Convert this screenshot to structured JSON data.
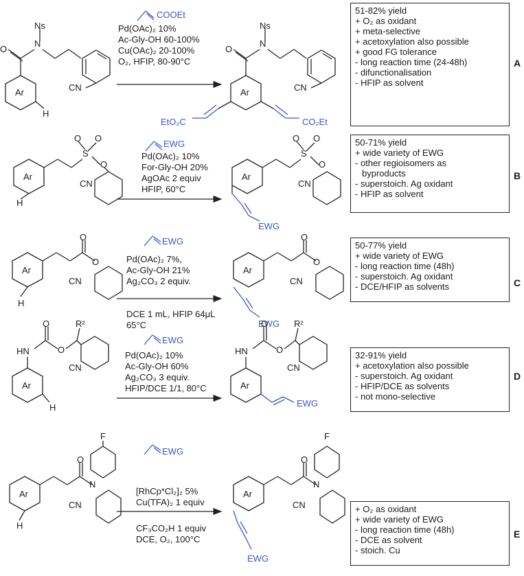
{
  "schemes": [
    {
      "letter": "A",
      "reagent_top": "COOEt",
      "conditions": [
        "Pd(OAc)₂ 10%",
        "Ac-Gly-OH 60-100%",
        "Cu(OAc)₂ 20-100%",
        "O₂, HFIP, 80-90°C"
      ],
      "notes": [
        "51-82% yield",
        "+ O₂ as oxidant",
        "+ meta-selective",
        "+ acetoxylation also possible",
        "+ good FG tolerance",
        "- long reaction time (24-48h)",
        "- difunctionalisation",
        "- HFIP as solvent"
      ],
      "sm_labels": [
        "Ns",
        "Ar",
        "H",
        "CN"
      ],
      "prod_labels": [
        "Ns",
        "Ar",
        "CN",
        "EtO₂C",
        "CO₂Et"
      ]
    },
    {
      "letter": "B",
      "reagent_top": "EWG",
      "conditions": [
        "Pd(OAc)₂ 10%",
        "For-Gly-OH 20%",
        "AgOAc 2 equiv",
        "HFIP, 60°C"
      ],
      "notes": [
        "50-71% yield",
        "+ wide variety of EWG",
        "- other regioisomers as",
        "  byproducts",
        "- superstoich. Ag oxidant",
        "- HFIP as solvent"
      ],
      "sm_labels": [
        "Ar",
        "H",
        "S",
        "O",
        "O",
        "O",
        "CN"
      ],
      "prod_labels": [
        "Ar",
        "S",
        "O",
        "O",
        "O",
        "CN",
        "EWG"
      ]
    },
    {
      "letter": "C",
      "reagent_top": "EWG",
      "conditions": [
        "Pd(OAc)₂ 7%,",
        "Ac-Gly-OH 21%",
        "Ag₂CO₃ 2 equiv."
      ],
      "conditions_below": [
        "DCE 1 mL, HFIP 64μL",
        "65°C"
      ],
      "notes": [
        "50-77% yield",
        "+ wide variety of EWG",
        "- long reaction time (48h)",
        "- superstoich. Ag oxidant",
        "- DCE/HFIP as solvents"
      ],
      "sm_labels": [
        "Ar",
        "H",
        "O",
        "O",
        "CN"
      ],
      "prod_labels": [
        "Ar",
        "O",
        "O",
        "CN",
        "EWG"
      ]
    },
    {
      "letter": "D",
      "reagent_top": "EWG",
      "conditions": [
        "Pd(OAc)₂ 10%",
        "Ac-Gly-OH 60%",
        "Ag₂CO₃ 3 equiv.",
        "HFIP/DCE 1/1, 80°C"
      ],
      "notes": [
        "32-91% yield",
        "+ acetoxylation also possible",
        "- superstoich. Ag oxidant",
        "- HFIP/DCE as solvents",
        "- not mono-selective"
      ],
      "sm_labels": [
        "O",
        "R²",
        "HN",
        "O",
        "CN",
        "Ar",
        "H"
      ],
      "prod_labels": [
        "O",
        "R²",
        "HN",
        "O",
        "CN",
        "Ar",
        "EWG"
      ]
    },
    {
      "letter": "E",
      "reagent_top": "EWG",
      "conditions": [
        "[RhCp*Cl₂]₂ 5%",
        "Cu(TFA)₂ 1 equiv"
      ],
      "conditions_below": [
        "CF₃CO₂H 1 equiv",
        "DCE, O₂, 100°C"
      ],
      "notes": [
        "+ O₂ as oxidant",
        "+ wide variety of EWG",
        "- long reaction time (48h)",
        "- DCE as solvent",
        "- stoich. Cu"
      ],
      "sm_labels": [
        "F",
        "O",
        "N",
        "Ar",
        "H",
        "CN"
      ],
      "prod_labels": [
        "F",
        "O",
        "N",
        "Ar",
        "CN",
        "EWG"
      ]
    }
  ]
}
